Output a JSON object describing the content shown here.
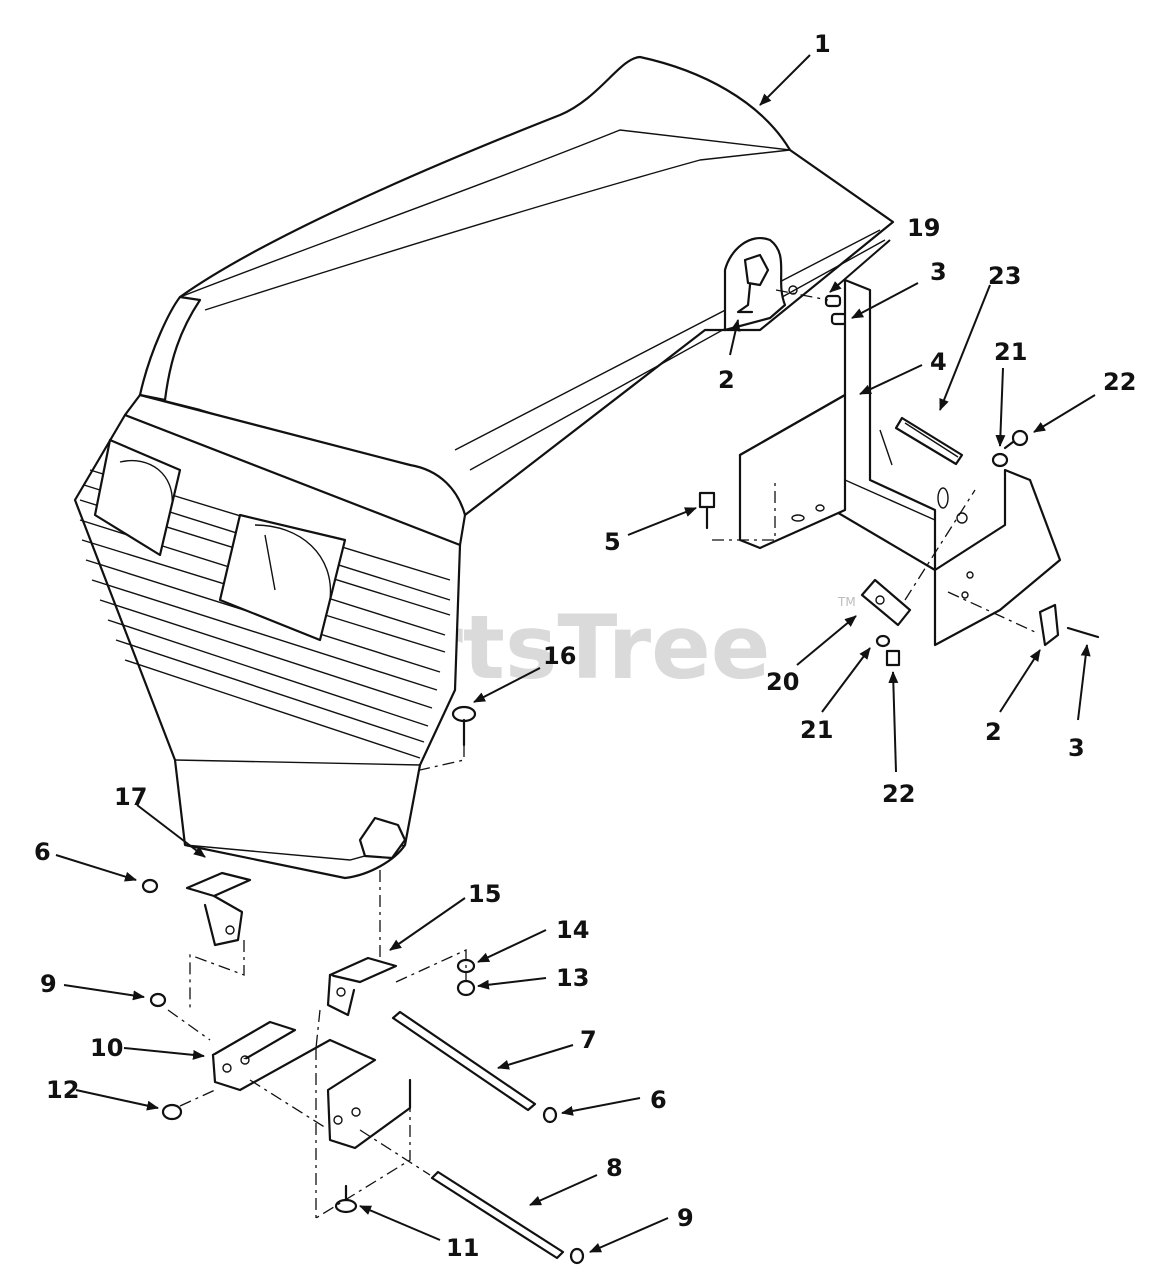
{
  "watermark": {
    "text": "PartsTree",
    "tm": "TM"
  },
  "callouts": [
    "1",
    "19",
    "3",
    "23",
    "21",
    "22",
    "4",
    "2",
    "5",
    "20",
    "21",
    "22",
    "2",
    "3",
    "16",
    "17",
    "6",
    "15",
    "14",
    "13",
    "9",
    "7",
    "10",
    "12",
    "6",
    "8",
    "9",
    "11"
  ]
}
